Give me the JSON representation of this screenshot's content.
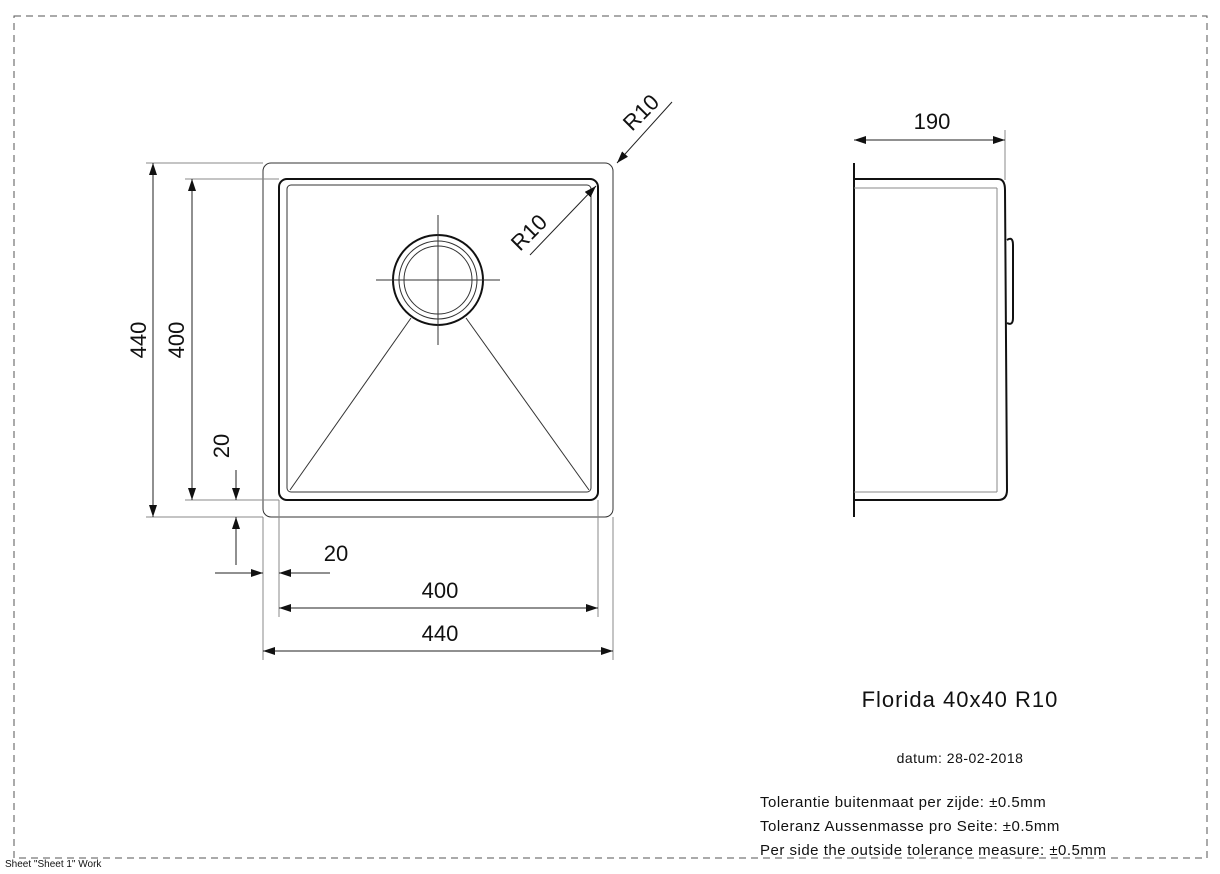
{
  "drawing": {
    "title": "Florida 40x40 R10",
    "date": "datum: 28-02-2018",
    "sheet_label": "Sheet \"Sheet 1\" Work",
    "tolerances": [
      "Tolerantie buitenmaat per zijde: ±0.5mm",
      "Toleranz Aussenmasse pro Seite: ±0.5mm",
      "Per side the outside tolerance measure: ±0.5mm"
    ]
  },
  "dimensions": {
    "outer_radius": "R10",
    "inner_radius": "R10",
    "outer_height": "440",
    "inner_height": "400",
    "rim_vertical": "20",
    "rim_horizontal": "20",
    "inner_width": "400",
    "outer_width": "440",
    "depth": "190"
  }
}
